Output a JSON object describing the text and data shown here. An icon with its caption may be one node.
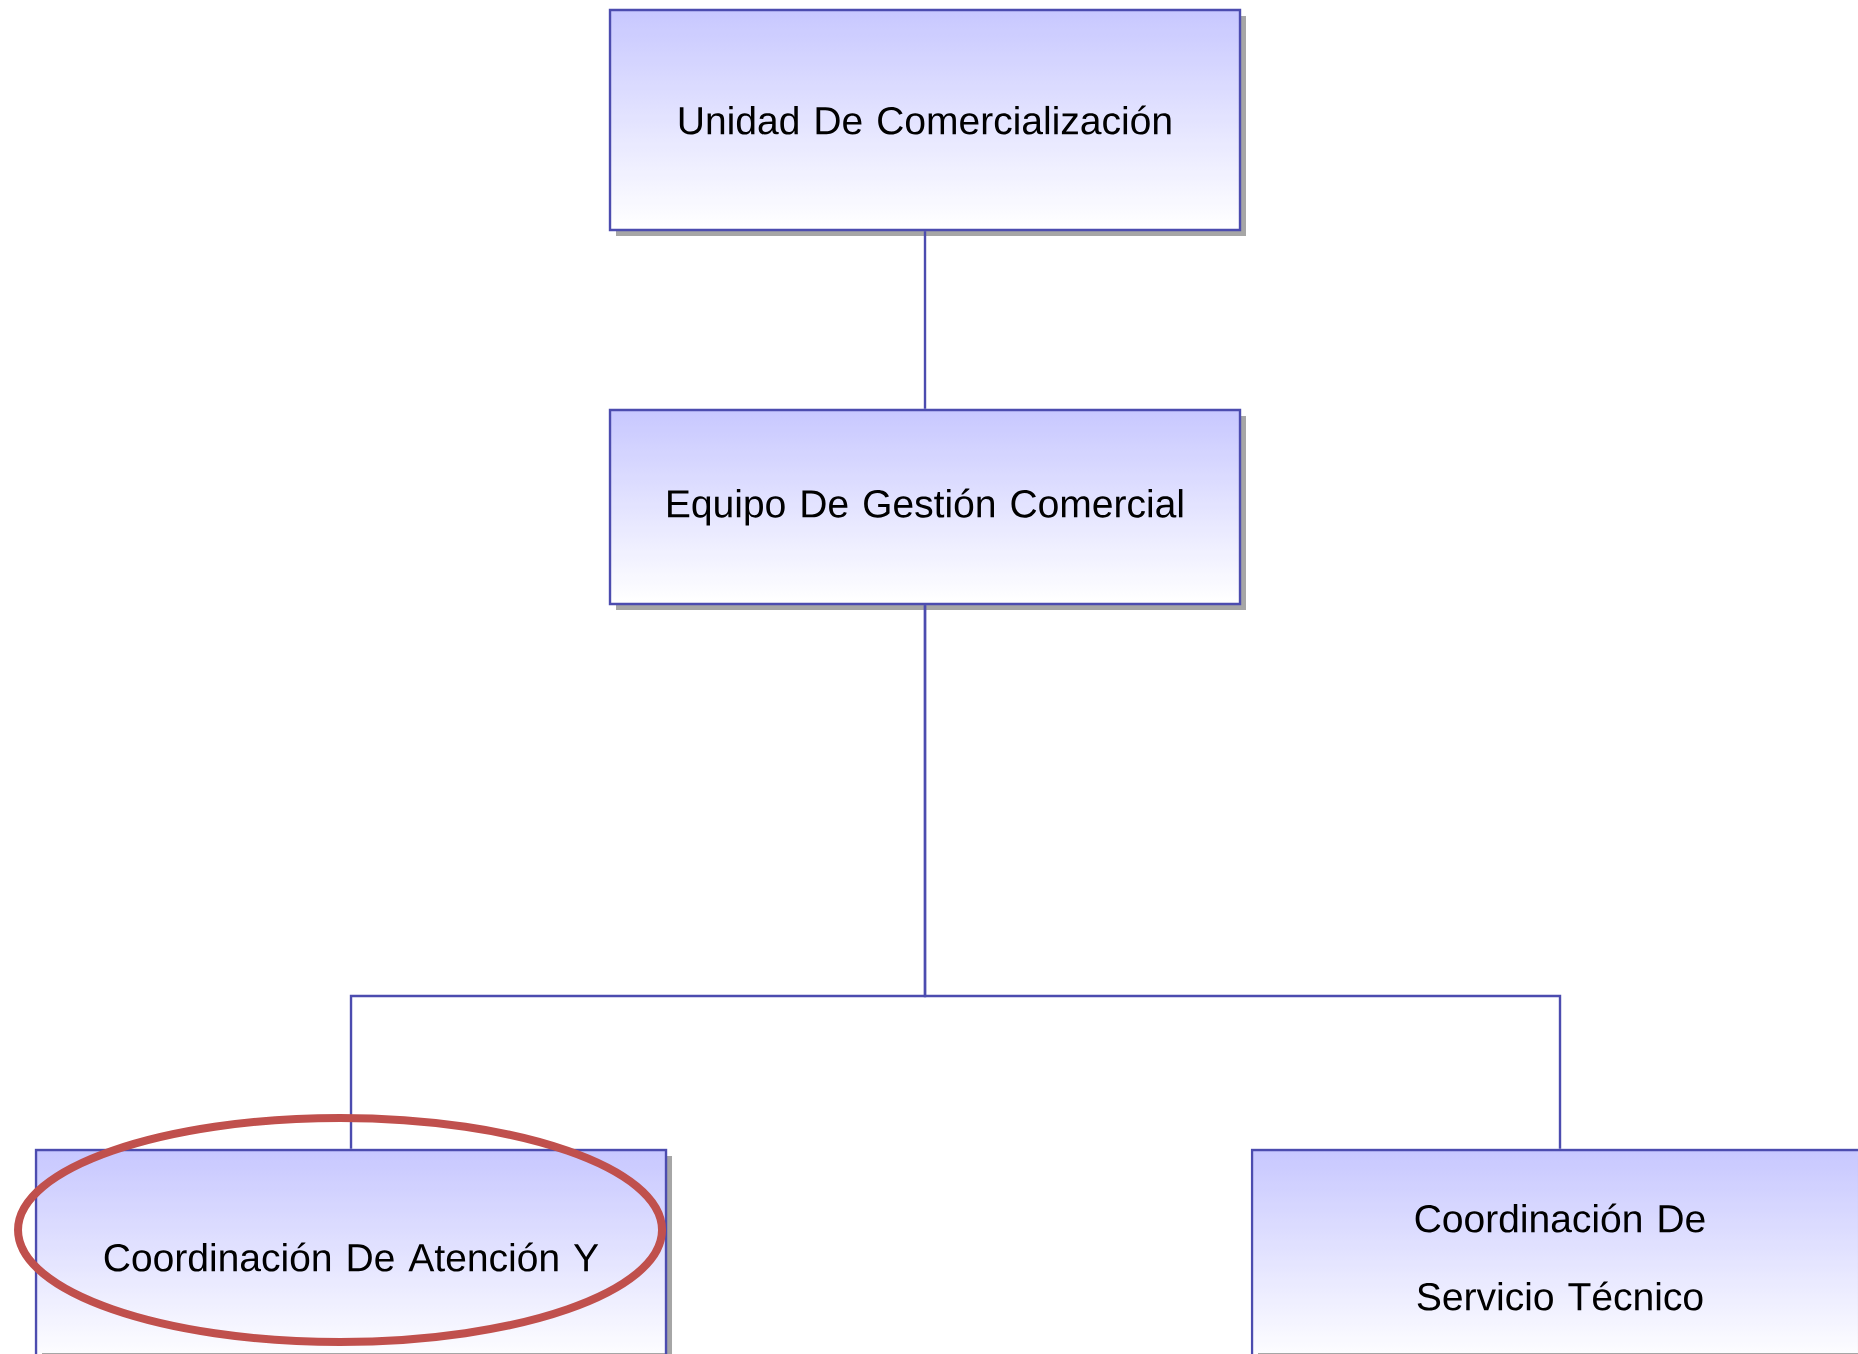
{
  "diagram": {
    "nodes": [
      {
        "text": [
          "Unidad De Comercialización"
        ]
      },
      {
        "text": [
          "Equipo De Gestión Comercial"
        ]
      },
      {
        "text": [
          "Coordinación De Atención Y"
        ]
      },
      {
        "text": [
          "Coordinación De Servicio Técnico"
        ]
      }
    ],
    "edges": [
      {
        "from": 0,
        "to": 1,
        "arrow": "none"
      },
      {
        "from": 1,
        "to": 2,
        "arrow": "none"
      },
      {
        "from": 1,
        "to": 3,
        "arrow": "none"
      }
    ]
  }
}
